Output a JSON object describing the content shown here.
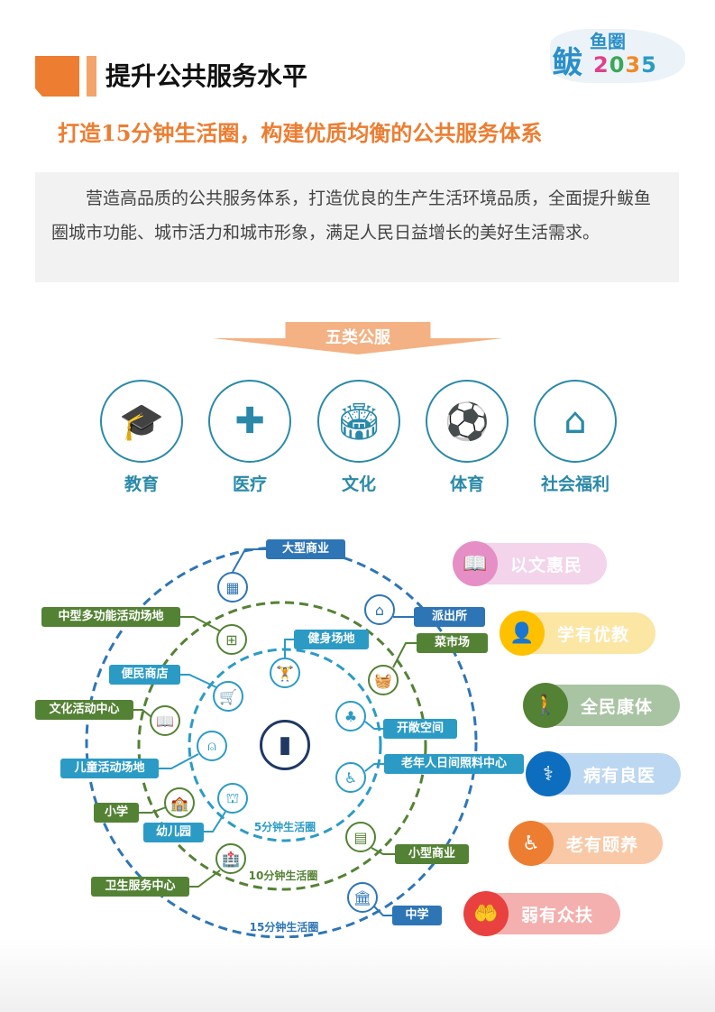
{
  "logo": {
    "text": "鲅鱼圈2035"
  },
  "header": {
    "title": "提升公共服务水平",
    "subtitle": "打造15分钟生活圈，构建优质均衡的公共服务体系"
  },
  "intro": "营造高品质的公共服务体系，打造优良的生产生活环境品质，全面提升鲅鱼圈城市功能、城市活力和城市形象，满足人民日益增长的美好生活需求。",
  "five": {
    "banner": "五类公服",
    "items": [
      {
        "label": "教育",
        "icon": "graduation-book-icon"
      },
      {
        "label": "医疗",
        "icon": "first-aid-kit-icon"
      },
      {
        "label": "文化",
        "icon": "stadium-icon"
      },
      {
        "label": "体育",
        "icon": "football-player-icon"
      },
      {
        "label": "社会福利",
        "icon": "hands-house-icon"
      }
    ]
  },
  "rings": {
    "r5": "5分钟生活圈",
    "r10": "10分钟生活圈",
    "r15": "15分钟生活圈"
  },
  "facilities": {
    "large_commerce": "大型商业",
    "mid_activity": "中型多功能活动场地",
    "fitness": "健身场地",
    "police": "派出所",
    "market": "菜市场",
    "shop": "便民商店",
    "culture_center": "文化活动中心",
    "open_space": "开敞空间",
    "children": "儿童活动场地",
    "elderly": "老年人日间照料中心",
    "primary": "小学",
    "kindergarten": "幼儿园",
    "small_commerce": "小型商业",
    "health": "卫生服务中心",
    "middle": "中学"
  },
  "goals": [
    {
      "label": "以文惠民",
      "color": "#e58fc6",
      "bg": "#f3d4ea"
    },
    {
      "label": "学有优教",
      "color": "#ffc000",
      "bg": "#fbe6a4"
    },
    {
      "label": "全民康体",
      "color": "#548235",
      "bg": "#a9c4a3"
    },
    {
      "label": "病有良医",
      "color": "#0d6dbf",
      "bg": "#bcd7f2"
    },
    {
      "label": "老有颐养",
      "color": "#ed7d31",
      "bg": "#f9c9a7"
    },
    {
      "label": "弱有众扶",
      "color": "#e8413f",
      "bg": "#f4b0ae"
    }
  ]
}
